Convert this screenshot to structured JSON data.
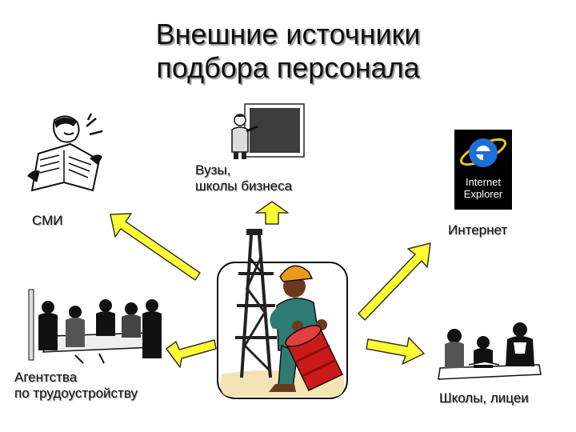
{
  "title": {
    "line1": "Внешние источники",
    "line2": "подбора персонала"
  },
  "sources": {
    "universities": {
      "line1": "Вузы,",
      "line2": "школы бизнеса"
    },
    "media": "СМИ",
    "internet": "Интернет",
    "agencies": {
      "line1": "Агентства",
      "line2": "по трудоустройству"
    },
    "schools": "Школы, лицеи"
  },
  "ie_logo": {
    "line1": "Internet",
    "line2": "Explorer"
  },
  "colors": {
    "arrow_fill": "#ffff33",
    "arrow_stroke": "#333333",
    "ie_blue": "#1e6fd9",
    "worker_helmet": "#e89a1e",
    "worker_overalls": "#2f7a73",
    "drum": "#cc1a1a",
    "board": "#3d3d3d"
  }
}
